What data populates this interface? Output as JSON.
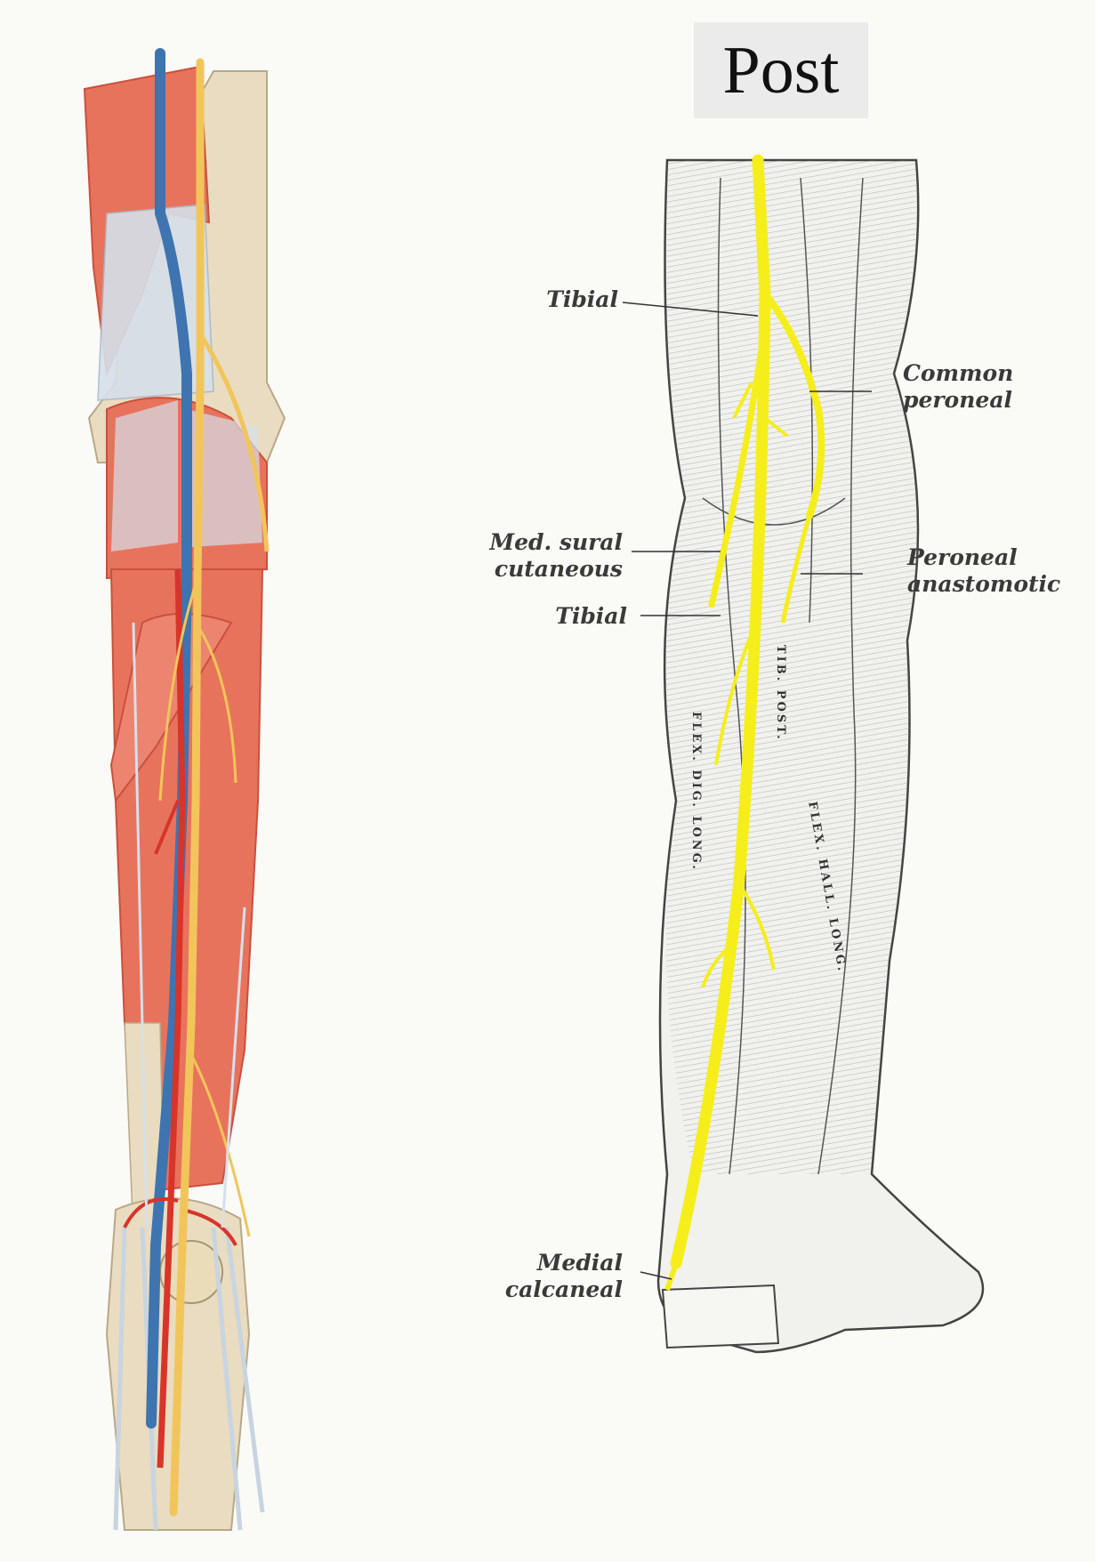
{
  "header": {
    "view_label": "Post"
  },
  "nerve_labels": {
    "tibial_upper": "Tibial",
    "common_peroneal": "Common\nperoneal",
    "med_sural_cutaneous": "Med. sural\ncutaneous",
    "peroneal_anastomotic": "Peroneal\nanastomotic",
    "tibial_lower": "Tibial",
    "medial_calcaneal": "Medial\ncalcaneal"
  },
  "muscle_labels": {
    "flex_dig_long": "FLEX. DIG. LONG.",
    "flex_hall_long": "FLEX. HALL. LONG.",
    "tib_post": "TIB. POST."
  },
  "colors": {
    "muscle": "#e8735c",
    "muscle_dark": "#c9503c",
    "bone": "#e9dcc0",
    "tendon": "#d6e0ea",
    "vein": "#3e74b0",
    "artery": "#d8342a",
    "nerve": "#f2c55a",
    "nerve_highlight": "#f5ee1a",
    "engraving": "#555555"
  }
}
